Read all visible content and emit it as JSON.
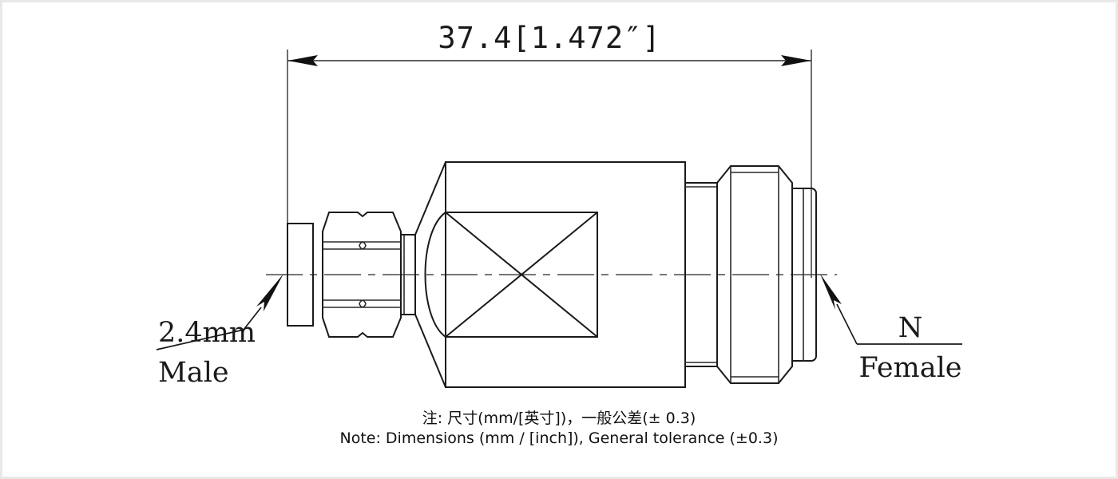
{
  "drawing": {
    "title_dimension": "37.4[1.472″]",
    "dimension_value_mm": "37.4",
    "dimension_value_inch": "1.472″",
    "left_callout": {
      "interface": "2.4mm",
      "gender": "Male"
    },
    "right_callout": {
      "interface": "N",
      "gender": "Female"
    },
    "notes": {
      "chinese": "注: 尺寸(mm/[英寸])，一般公差(± 0.3)",
      "english": "Note: Dimensions (mm / [inch]), General tolerance (±0.3)"
    },
    "colors": {
      "background": "#ffffff",
      "line": "#1a1a1a",
      "thin_line": "#4a4a4a",
      "frame": "#e8e8e8"
    },
    "icons": {
      "left_arrow": "arrow-left-icon",
      "right_arrow": "arrow-right-icon",
      "leader_left": "leader-line-left-icon",
      "leader_right": "leader-line-right-icon",
      "centerline": "centerline-icon"
    }
  }
}
